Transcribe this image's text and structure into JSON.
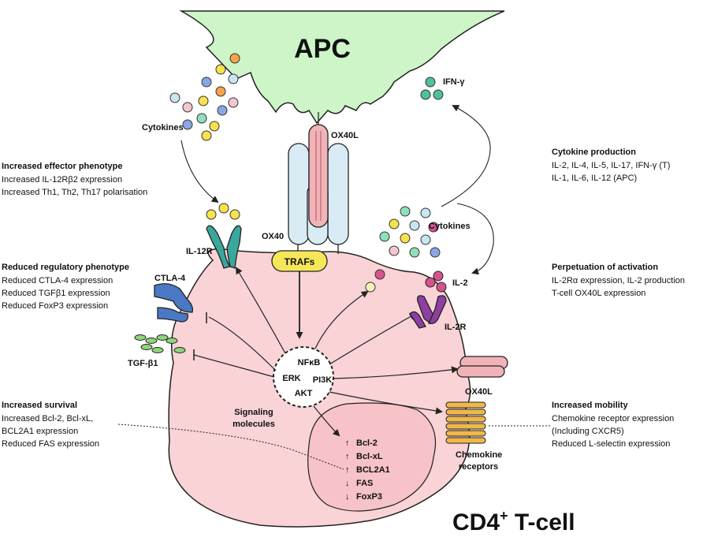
{
  "apc": {
    "label": "APC"
  },
  "tcell": {
    "label": "CD4",
    "superscript": "+",
    "suffix": " T-cell"
  },
  "labels": {
    "cytokines_left": "Cytokines",
    "cytokines_right": "Cytokines",
    "ifn": "IFN-γ",
    "ox40l_top": "OX40L",
    "ox40": "OX40",
    "trafs": "TRAFs",
    "il12r": "IL-12R",
    "ctla4": "CTLA-4",
    "tgfb1": "TGF-β1",
    "il2": "IL-2",
    "il2r": "IL-2R",
    "ox40l_right": "OX40L",
    "chemokine_line1": "Chemokine",
    "chemokine_line2": "receptors",
    "signaling_line1": "Signaling",
    "signaling_line2": "molecules"
  },
  "signaling": {
    "nfkb": "NFκB",
    "erk": "ERK",
    "pi3k": "PI3K",
    "akt": "AKT"
  },
  "nucleus": [
    {
      "arrow": "↑",
      "name": "Bcl-2"
    },
    {
      "arrow": "↑",
      "name": "Bcl-xL"
    },
    {
      "arrow": "↑",
      "name": "BCL2A1"
    },
    {
      "arrow": "↓",
      "name": "FAS"
    },
    {
      "arrow": "↓",
      "name": "FoxP3"
    }
  ],
  "panels": {
    "effector": {
      "title": "Increased effector phenotype",
      "lines": [
        "Increased IL-12Rβ2 expression",
        "Increased Th1, Th2, Th17 polarisation"
      ]
    },
    "regulatory": {
      "title": "Reduced regulatory phenotype",
      "lines": [
        "Reduced CTLA-4 expression",
        "Reduced TGFβ1 expression",
        "Reduced FoxP3 expression"
      ]
    },
    "survival": {
      "title": "Increased survival",
      "lines": [
        "Increased Bcl-2, Bcl-xL,",
        "BCL2A1 expression",
        "Reduced FAS expression"
      ]
    },
    "cytokine_production": {
      "title": "Cytokine production",
      "lines": [
        "IL-2, IL-4, IL-5, IL-17, IFN-γ (T)",
        "IL-1, IL-6, IL-12 (APC)"
      ]
    },
    "activation": {
      "title": "Perpetuation of activation",
      "lines": [
        "IL-2Rα expression, IL-2 production",
        "T-cell OX40L expression"
      ]
    },
    "mobility": {
      "title": "Increased mobility",
      "lines": [
        "Chemokine receptor expression",
        "(Including CXCR5)",
        "Reduced L-selectin expression"
      ]
    }
  },
  "colors": {
    "apc_fill": "#cdf5c8",
    "cell_fill": "#f9d3d6",
    "nucleus_fill": "#f7c3c8",
    "ox40_blue": "#d9ecf5",
    "ox40l_pink": "#f2b3b8",
    "trafs_yellow": "#f6e75a",
    "il12r_teal": "#3aa79c",
    "ctla4_blue": "#4a78c2",
    "il2r_purple": "#8e3fa0",
    "tgf_green": "#8fd47a",
    "chemokine_orange": "#f0b84a"
  }
}
